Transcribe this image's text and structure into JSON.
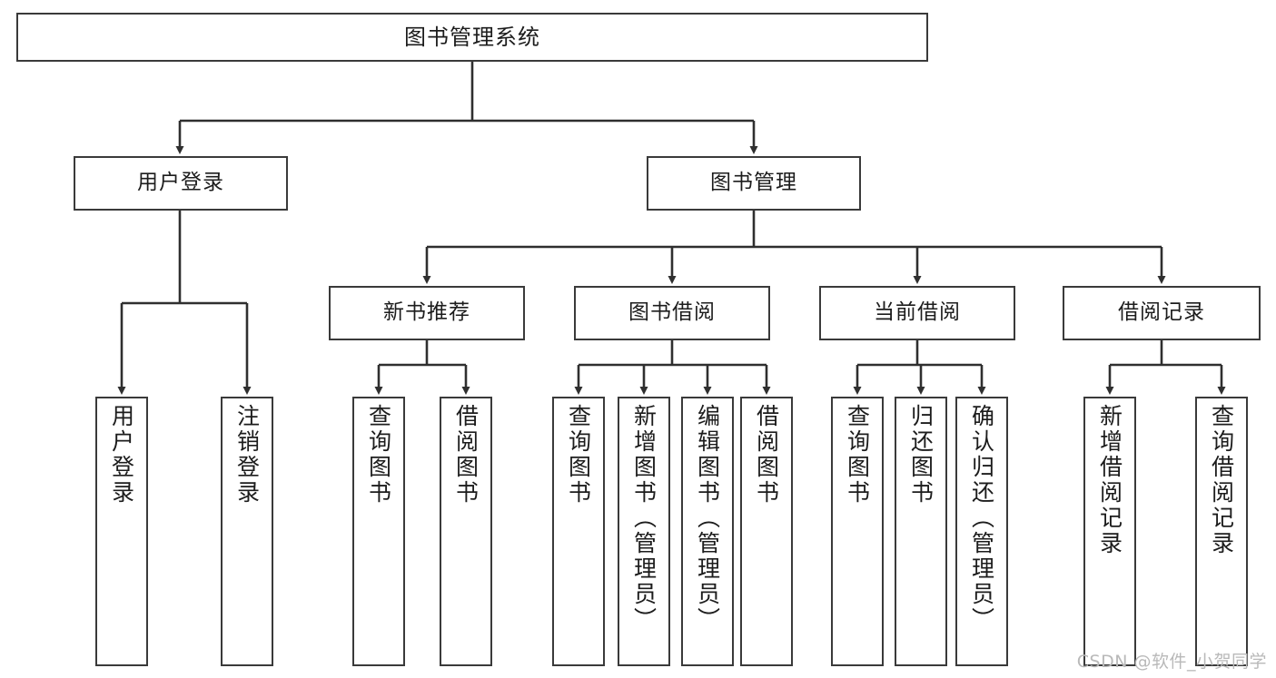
{
  "diagram": {
    "title": "图书管理系统",
    "watermark": "CSDN @软件_小贺同学",
    "line_color": "#3a3a3a",
    "box_fill": "#ffffff",
    "text_color": "#1c1c1c",
    "watermark_color": "#b9b9b9"
  },
  "nodes": {
    "root": {
      "label": "图书管理系统"
    },
    "level2": [
      {
        "label": "用户登录"
      },
      {
        "label": "图书管理"
      }
    ],
    "level3": [
      {
        "label": "新书推荐"
      },
      {
        "label": "图书借阅"
      },
      {
        "label": "当前借阅"
      },
      {
        "label": "借阅记录"
      }
    ],
    "leaves": {
      "user_login": [
        {
          "label": "用户登录"
        },
        {
          "label": "注销登录"
        }
      ],
      "new_book": [
        {
          "label": "查询图书"
        },
        {
          "label": "借阅图书"
        }
      ],
      "book_borrow": [
        {
          "label": "查询图书"
        },
        {
          "label": "新增图书（管理员）"
        },
        {
          "label": "编辑图书（管理员）"
        },
        {
          "label": "借阅图书"
        }
      ],
      "current_borrow": [
        {
          "label": "查询图书"
        },
        {
          "label": "归还图书"
        },
        {
          "label": "确认归还（管理员）"
        }
      ],
      "borrow_record": [
        {
          "label": "新增借阅记录"
        },
        {
          "label": "查询借阅记录"
        }
      ]
    }
  }
}
